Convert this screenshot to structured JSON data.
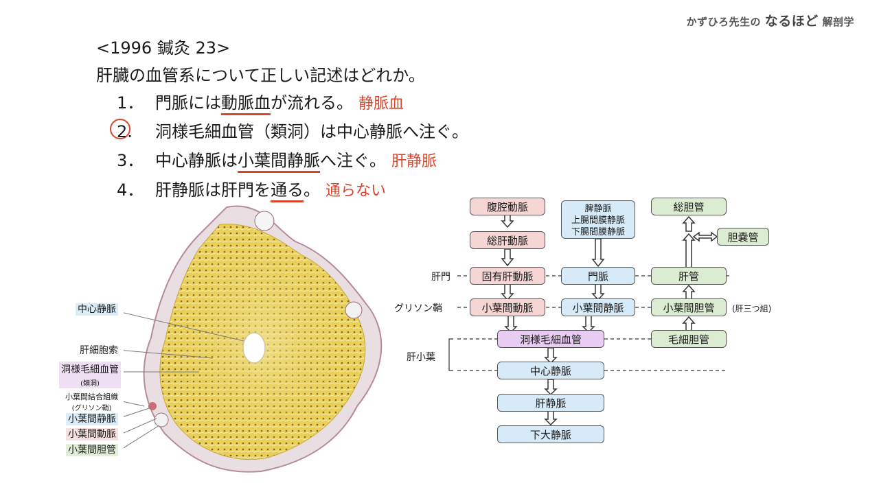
{
  "brand": {
    "prefix": "かずひろ先生の",
    "main": "なるほど",
    "suffix": "解剖学"
  },
  "question": {
    "source": "<1996 鍼灸 23>",
    "text": "肝臓の血管系について正しい記述はどれか。",
    "options": [
      {
        "num": "1．",
        "pre": "門脈には",
        "underlined": "動脈血",
        "post": "が流れる。",
        "correction": "静脈血"
      },
      {
        "num": "2.",
        "pre": "洞様毛細血管（類洞）は中心静脈へ注ぐ。",
        "underlined": "",
        "post": "",
        "correction": ""
      },
      {
        "num": "3．",
        "pre": "中心静脈は",
        "underlined": "小葉間静脈",
        "post": "へ注ぐ。",
        "correction": "肝静脈"
      },
      {
        "num": "4．",
        "pre": "肝静脈は肝門を",
        "underlined": "通る",
        "post": "。",
        "correction": "通らない"
      }
    ],
    "correct_option": 2,
    "accent_color": "#d9452b"
  },
  "histology": {
    "labels": {
      "central_vein": "中心静脈",
      "hepatocyte_cords": "肝細胞索",
      "sinusoid": "洞様毛細血管",
      "sinusoid_sub": "(類洞)",
      "interlobular_ct": "小葉間結合組織",
      "interlobular_ct_sub": "(グリソン鞘)",
      "interlobular_vein": "小葉間静脈",
      "interlobular_artery": "小葉間動脈",
      "interlobular_bile_duct": "小葉間胆管"
    }
  },
  "flow": {
    "row_labels": {
      "hilum": "肝門",
      "glisson": "グリソン鞘",
      "lobule": "肝小葉",
      "triad": "(肝三つ組)"
    },
    "arterial": {
      "celiac": "腹腔動脈",
      "common_hepatic": "総肝動脈",
      "proper_hepatic": "固有肝動脈",
      "interlobular_artery": "小葉間動脈"
    },
    "portal": {
      "sources": [
        "脾静脈",
        "上腸間膜静脈",
        "下腸間膜静脈"
      ],
      "portal_vein": "門脈",
      "interlobular_vein": "小葉間静脈"
    },
    "biliary": {
      "common_bile_duct": "総胆管",
      "gallbladder_duct": "胆嚢管",
      "hepatic_duct": "肝管",
      "interlobular_bile_duct": "小葉間胆管",
      "bile_capillary": "毛細胆管"
    },
    "central": {
      "sinusoid": "洞様毛細血管",
      "central_vein": "中心静脈",
      "hepatic_vein": "肝静脈",
      "ivc": "下大静脈"
    },
    "colors": {
      "artery": "#f6d5d5",
      "vein": "#d6ebf7",
      "bile": "#dcecd3",
      "sinusoid": "#e9ccf2"
    }
  }
}
